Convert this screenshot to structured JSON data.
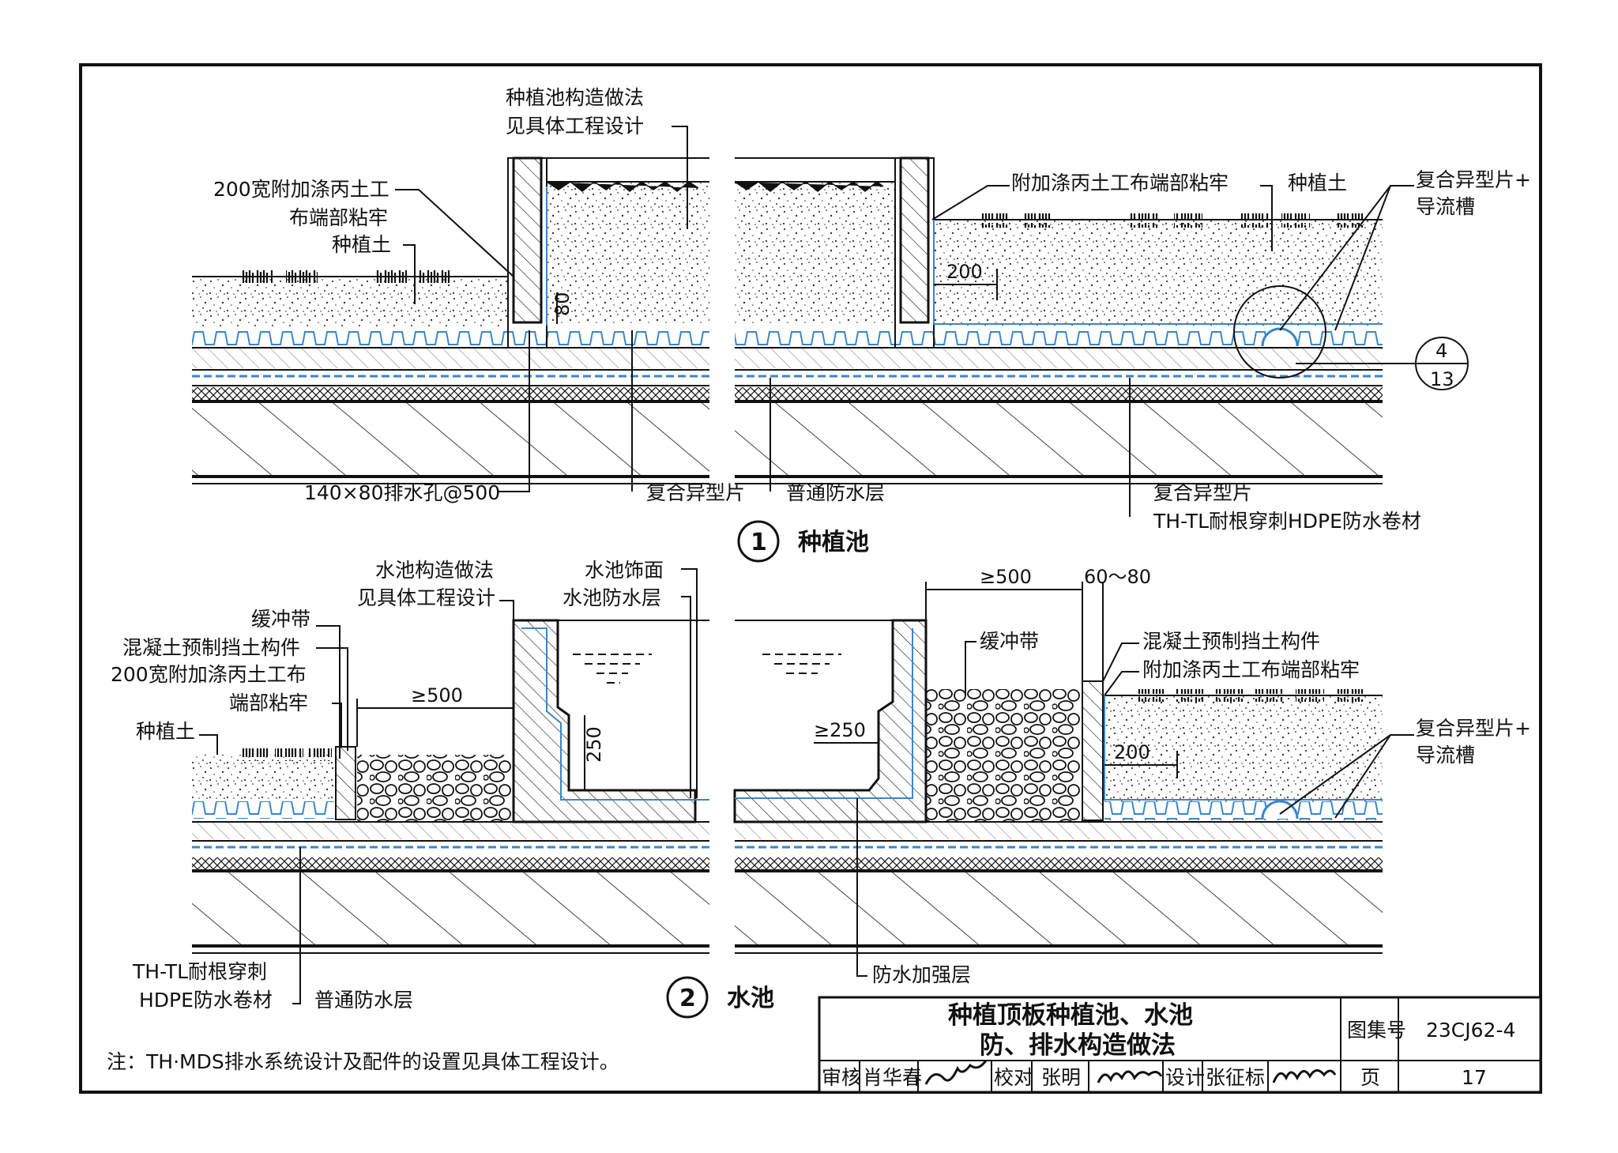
{
  "detail1": {
    "number": "1",
    "title": "种植池",
    "labels": {
      "pool_construction_line1": "种植池构造做法",
      "pool_construction_line2": "见具体工程设计",
      "geotextile_line1": "200宽附加涤丙土工",
      "geotextile_line2": "布端部粘牢",
      "planting_soil_left": "种植土",
      "geotextile_right": "附加涤丙土工布端部粘牢",
      "planting_soil_right": "种植土",
      "composite_drain_line1": "复合异型片+",
      "composite_drain_line2": "导流槽",
      "drain_hole": "140×80排水孔@500",
      "composite_sheet_1": "复合异型片",
      "normal_waterproof": "普通防水层",
      "composite_sheet_2": "复合异型片",
      "hdpe_membrane": "TH-TL耐根穿刺HDPE防水卷材"
    },
    "dims": {
      "d80": "80",
      "d200": "200"
    },
    "ref": {
      "top": "4",
      "bottom": "13"
    }
  },
  "detail2": {
    "number": "2",
    "title": "水池",
    "labels": {
      "pond_construction_line1": "水池构造做法",
      "pond_construction_line2": "见具体工程设计",
      "pond_finish": "水池饰面",
      "pond_waterproof": "水池防水层",
      "buffer_left": "缓冲带",
      "precast_left": "混凝土预制挡土构件",
      "geotextile_line1": "200宽附加涤丙土工布",
      "geotextile_line2": "端部粘牢",
      "planting_soil": "种植土",
      "buffer_right": "缓冲带",
      "precast_right": "混凝土预制挡土构件",
      "geotextile_right": "附加涤丙土工布端部粘牢",
      "composite_drain_line1": "复合异型片+",
      "composite_drain_line2": "导流槽",
      "hdpe_line1": "TH-TL耐根穿刺",
      "hdpe_line2": "HDPE防水卷材",
      "normal_waterproof": "普通防水层",
      "reinforce": "防水加强层"
    },
    "dims": {
      "d500_left": "≥500",
      "d250_left": "250",
      "d500_right": "≥500",
      "d60_80": "60～80",
      "d250_right": "≥250",
      "d200": "200"
    }
  },
  "note": "注：TH·MDS排水系统设计及配件的设置见具体工程设计。",
  "title_block": {
    "title_line1": "种植顶板种植池、水池",
    "title_line2": "防、排水构造做法",
    "atlas_label": "图集号",
    "atlas_no": "23CJ62-4",
    "review_label": "审核",
    "reviewer": "肖华春",
    "check_label": "校对",
    "checker": "张明",
    "design_label": "设计",
    "designer": "张征标",
    "page_label": "页",
    "page_no": "17"
  },
  "colors": {
    "line": "#111111",
    "waterproof_blue": "#3a86c8"
  }
}
